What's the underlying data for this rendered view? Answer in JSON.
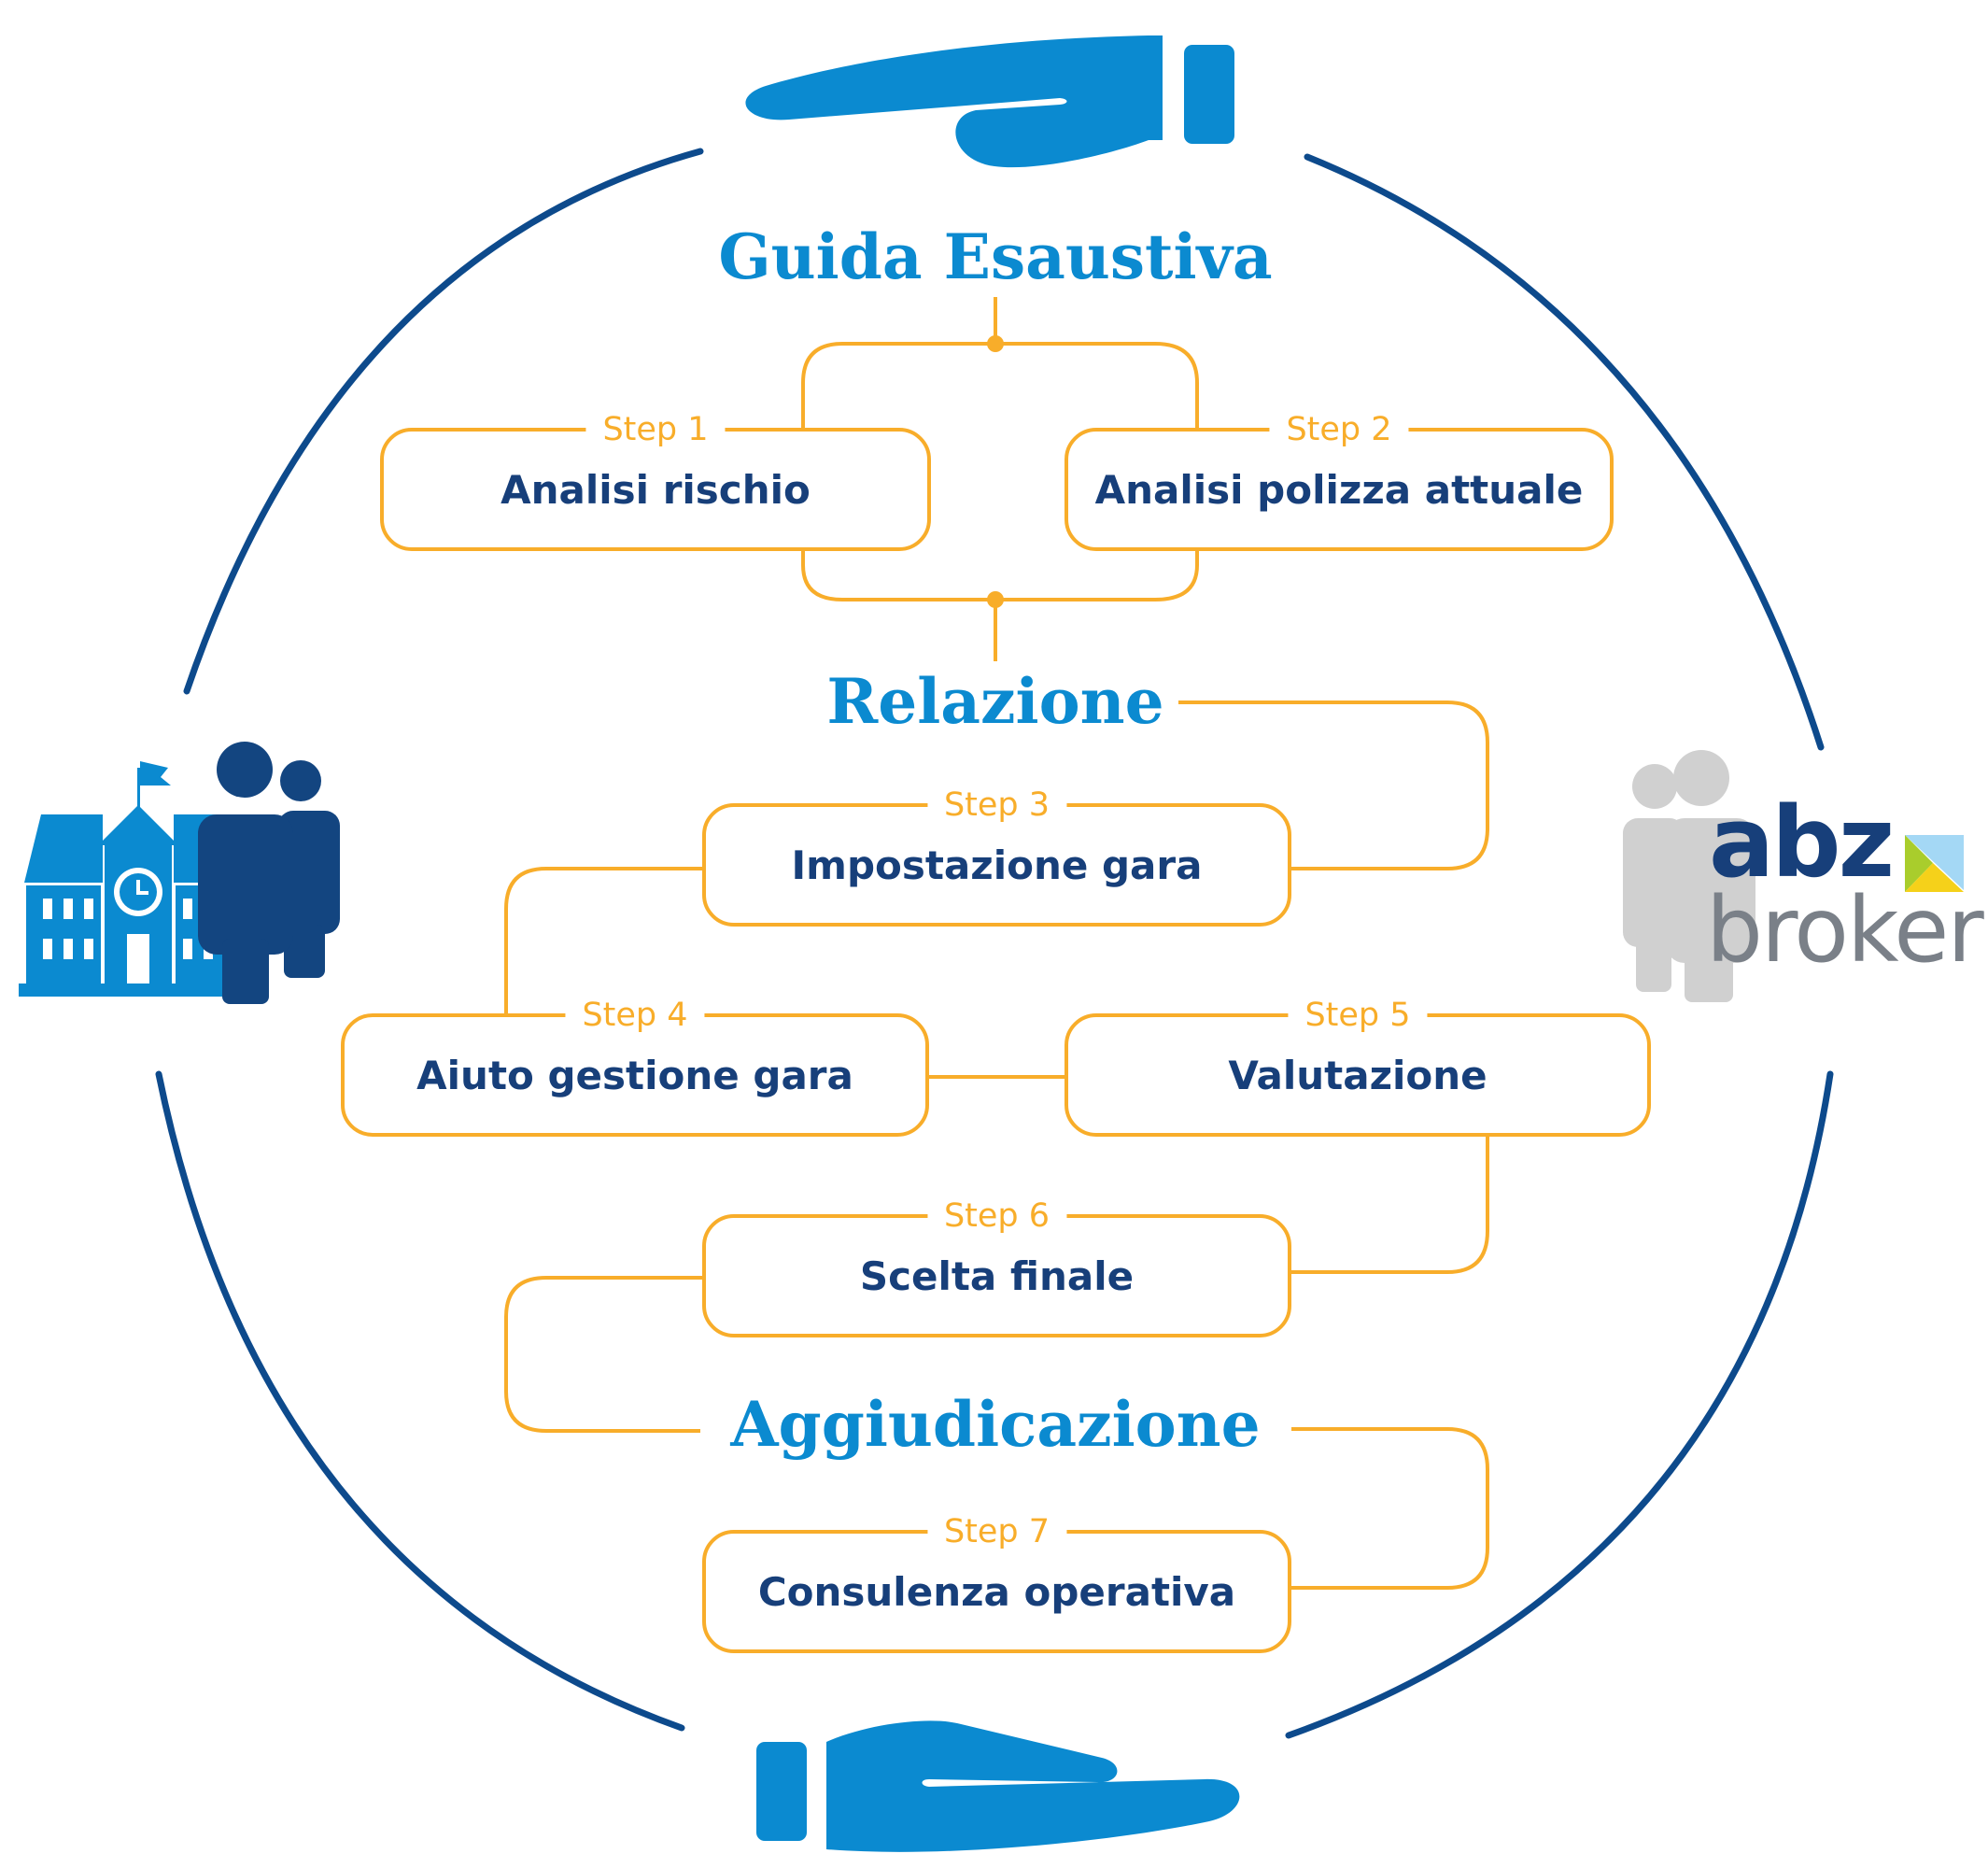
{
  "phases": {
    "guida": "Guida Esaustiva",
    "relazione": "Relazione",
    "aggiudicazione": "Aggiudicazione"
  },
  "steps": [
    {
      "step": "Step 1",
      "label": "Analisi rischio"
    },
    {
      "step": "Step 2",
      "label": "Analisi polizza attuale"
    },
    {
      "step": "Step 3",
      "label": "Impostazione gara"
    },
    {
      "step": "Step 4",
      "label": "Aiuto gestione gara"
    },
    {
      "step": "Step 5",
      "label": "Valutazione"
    },
    {
      "step": "Step 6",
      "label": "Scelta finale"
    },
    {
      "step": "Step 7",
      "label": "Consulenza operativa"
    }
  ],
  "logo": {
    "brand": "abz",
    "sub": "broker"
  },
  "icons": [
    "hand-top-icon",
    "hand-bottom-icon",
    "school-building-icon",
    "people-icon",
    "people-gray-icon",
    "abz-logo-mark-icon"
  ],
  "colors": {
    "phase": "#0b8ad0",
    "connector": "#f8ad2a",
    "box_text": "#173f7a",
    "circle": "#0d4a8c",
    "hand": "#0b8ad0",
    "people_dark": "#134580",
    "people_gray": "#d0d0d0",
    "logo_gray": "#7a8088",
    "logo_yellow": "#f5d11a",
    "logo_green": "#a9cd2c",
    "logo_lightblue": "#a4d8f5"
  }
}
